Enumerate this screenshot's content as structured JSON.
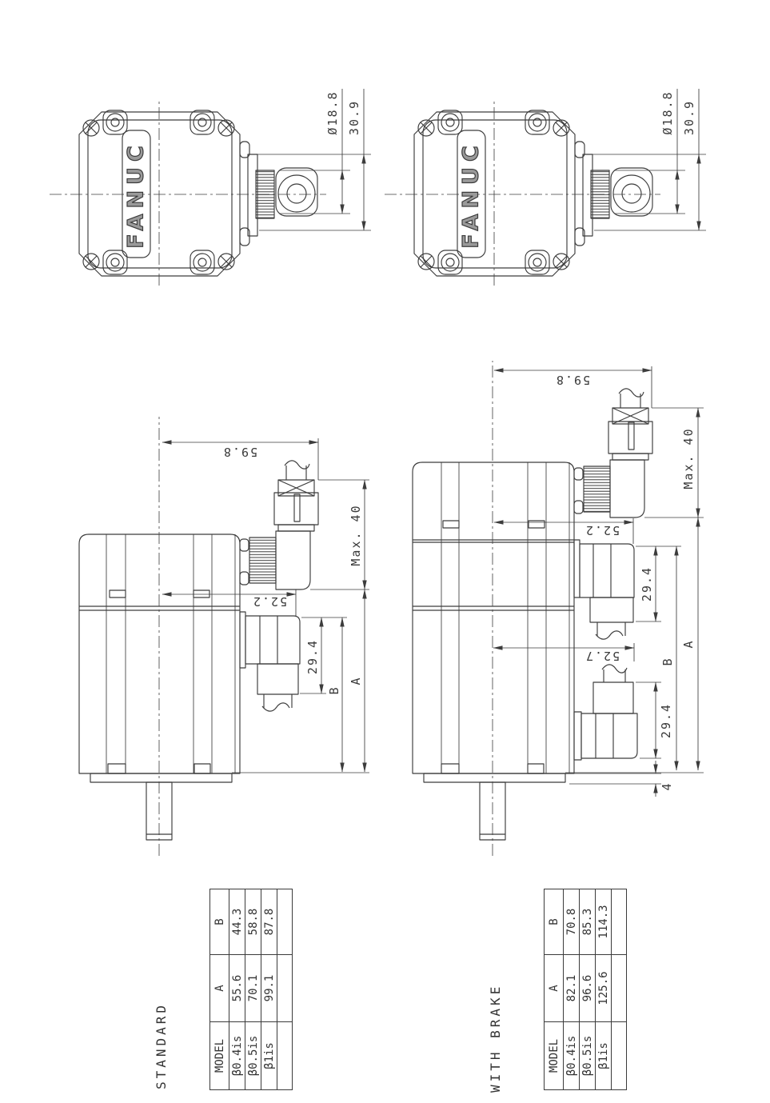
{
  "page": {
    "background": "#ffffff",
    "line_color": "#3c3c3c",
    "text_color": "#3a3a3a"
  },
  "drawing": {
    "logo": "FANUC",
    "front_views": {
      "standard": {
        "diameter_label": "Ø18.8",
        "offset_label": "30.9"
      },
      "with_brake": {
        "diameter_label": "Ø18.8",
        "offset_label": "30.9"
      }
    },
    "side_views": {
      "standard": {
        "connector_depth": "59.8",
        "connector_height": "Max. 40",
        "connector_width": "52.2",
        "power_connector_height": "29.4",
        "dim_b": "B",
        "dim_a": "A"
      },
      "with_brake": {
        "connector_depth": "59.8",
        "connector_height": "Max. 40",
        "connector_width": "52.2",
        "power_connector_height": "29.4",
        "brake_connector_offset": "52.7",
        "brake_connector_height": "29.4",
        "flange_thickness": "4",
        "dim_b": "B",
        "dim_a": "A"
      }
    },
    "tables": {
      "standard": {
        "caption": "STANDARD",
        "columns": [
          "MODEL",
          "A",
          "B"
        ],
        "rows": [
          [
            "β0.4is",
            "55.6",
            "44.3"
          ],
          [
            "β0.5is",
            "70.1",
            "58.8"
          ],
          [
            "β1is",
            "99.1",
            "87.8"
          ]
        ]
      },
      "with_brake": {
        "caption": "WITH BRAKE",
        "columns": [
          "MODEL",
          "A",
          "B"
        ],
        "rows": [
          [
            "β0.4is",
            "82.1",
            "70.8"
          ],
          [
            "β0.5is",
            "96.6",
            "85.3"
          ],
          [
            "β1is",
            "125.6",
            "114.3"
          ]
        ]
      }
    }
  }
}
